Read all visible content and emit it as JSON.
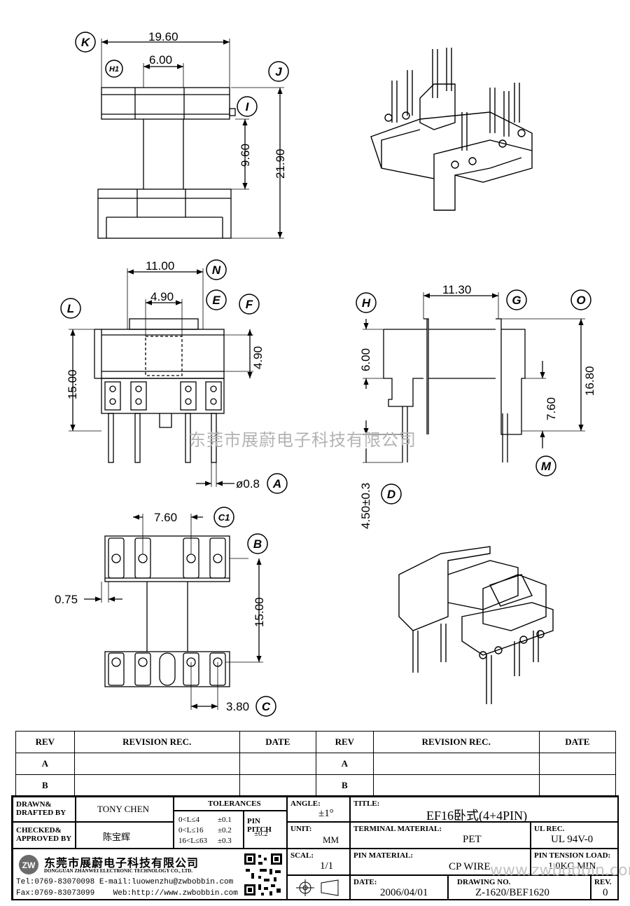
{
  "drawing": {
    "dims": {
      "d_19_60": "19.60",
      "d_6_00_top": "6.00",
      "d_9_60": "9.60",
      "d_21_90": "21.90",
      "d_11_00": "11.00",
      "d_4_90_h": "4.90",
      "d_4_90_v": "4.90",
      "d_15_00_front": "15.00",
      "d_0_8": "ø0.8",
      "d_11_30": "11.30",
      "d_6_00_side": "6.00",
      "d_16_80": "16.80",
      "d_7_60_side": "7.60",
      "d_4_50": "4.50±0.3",
      "d_7_60_bottom": "7.60",
      "d_0_75": "0.75",
      "d_15_00_bottom": "15.00",
      "d_3_80": "3.80"
    },
    "callouts": {
      "K": "K",
      "H1": "H1",
      "J": "J",
      "I": "I",
      "N": "N",
      "E": "E",
      "F": "F",
      "L": "L",
      "A": "A",
      "H": "H",
      "G": "G",
      "O": "O",
      "M": "M",
      "D": "D",
      "C1": "C1",
      "B": "B",
      "C": "C"
    },
    "watermark": "东莞市展蔚电子科技有限公司",
    "watermark2": "www.zwbobbin.com"
  },
  "revision_table": {
    "headers": [
      "REV",
      "REVISION REC.",
      "DATE",
      "REV",
      "REVISION REC.",
      "DATE"
    ],
    "rows": [
      [
        "A",
        "",
        "",
        "A",
        "",
        ""
      ],
      [
        "B",
        "",
        "",
        "B",
        "",
        ""
      ]
    ]
  },
  "title_block": {
    "drawn_label": "DRAWN&\nDRAFTED BY",
    "drawn_value": "TONY CHEN",
    "checked_label": "CHECKED&\nAPPROVED BY",
    "checked_value": "陈宝辉",
    "tolerances_label": "TOLERANCES",
    "tol_1_range": "0<L≤4",
    "tol_1_value": "±0.1",
    "tol_2_range": "0<L≤16",
    "tol_2_value": "±0.2",
    "tol_3_range": "16<L≤63",
    "tol_3_value": "±0.3",
    "pin_pitch_label": "PIN PITCH",
    "pin_pitch_value": "±0.2",
    "angle_label": "ANGLE:",
    "angle_value": "±1°",
    "unit_label": "UNIT:",
    "unit_value": "MM",
    "scale_label": "SCAL:",
    "scale_value": "1/1",
    "title_label": "TITLE:",
    "title_value": "EF16卧式(4+4PIN)",
    "terminal_label": "TERMINAL MATERIAL:",
    "terminal_value": "PET",
    "ul_label": "UL REC.",
    "ul_value": "UL 94V-0",
    "pin_material_label": "PIN MATERIAL:",
    "pin_material_value": "CP WIRE",
    "tension_label": "PIN TENSION LOAD:",
    "tension_value": "1.0KG MIN",
    "date_label": "DATE:",
    "date_value": "2006/04/01",
    "drawing_no_label": "DRAWING NO.",
    "drawing_no_value": "Z-1620/BEF1620",
    "rev_label": "REV.",
    "rev_value": "0",
    "company_cn": "东莞市展蔚电子科技有限公司",
    "company_en": "DONGGUAN ZHANWEI ELECTRONIC TECHNOLOGY CO., LTD.",
    "tel": "Tel:0769-83070098 E-mail:luowenzhu@zwbobbin.com",
    "fax": "Fax:0769-83073099    Web:http://www.zwbobbin.com",
    "logo_text": "ZW"
  }
}
